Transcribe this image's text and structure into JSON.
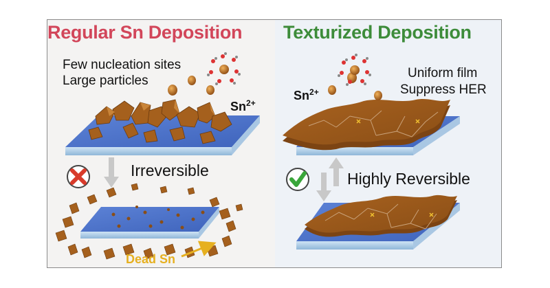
{
  "left": {
    "title": "Regular Sn Deposition",
    "notes": [
      "Few nucleation sites",
      "Large particles"
    ],
    "ion": "Sn",
    "ion_charge": "2+",
    "process_label": "Irreversible",
    "status_icon": "cross-icon",
    "dead_label": "Dead Sn"
  },
  "right": {
    "title": "Texturized Deposition",
    "notes": [
      "Uniform film",
      "Suppress HER"
    ],
    "ion": "Sn",
    "ion_charge": "2+",
    "process_label": "Highly Reversible",
    "status_icon": "check-icon"
  },
  "colors": {
    "left_title": "#d2465a",
    "right_title": "#3d8c3a",
    "substrate_top": "#4c74cc",
    "deposit": "#a5601d",
    "cross": "#d83a2a",
    "check": "#3aa63a",
    "dead_label": "#e6b020"
  }
}
